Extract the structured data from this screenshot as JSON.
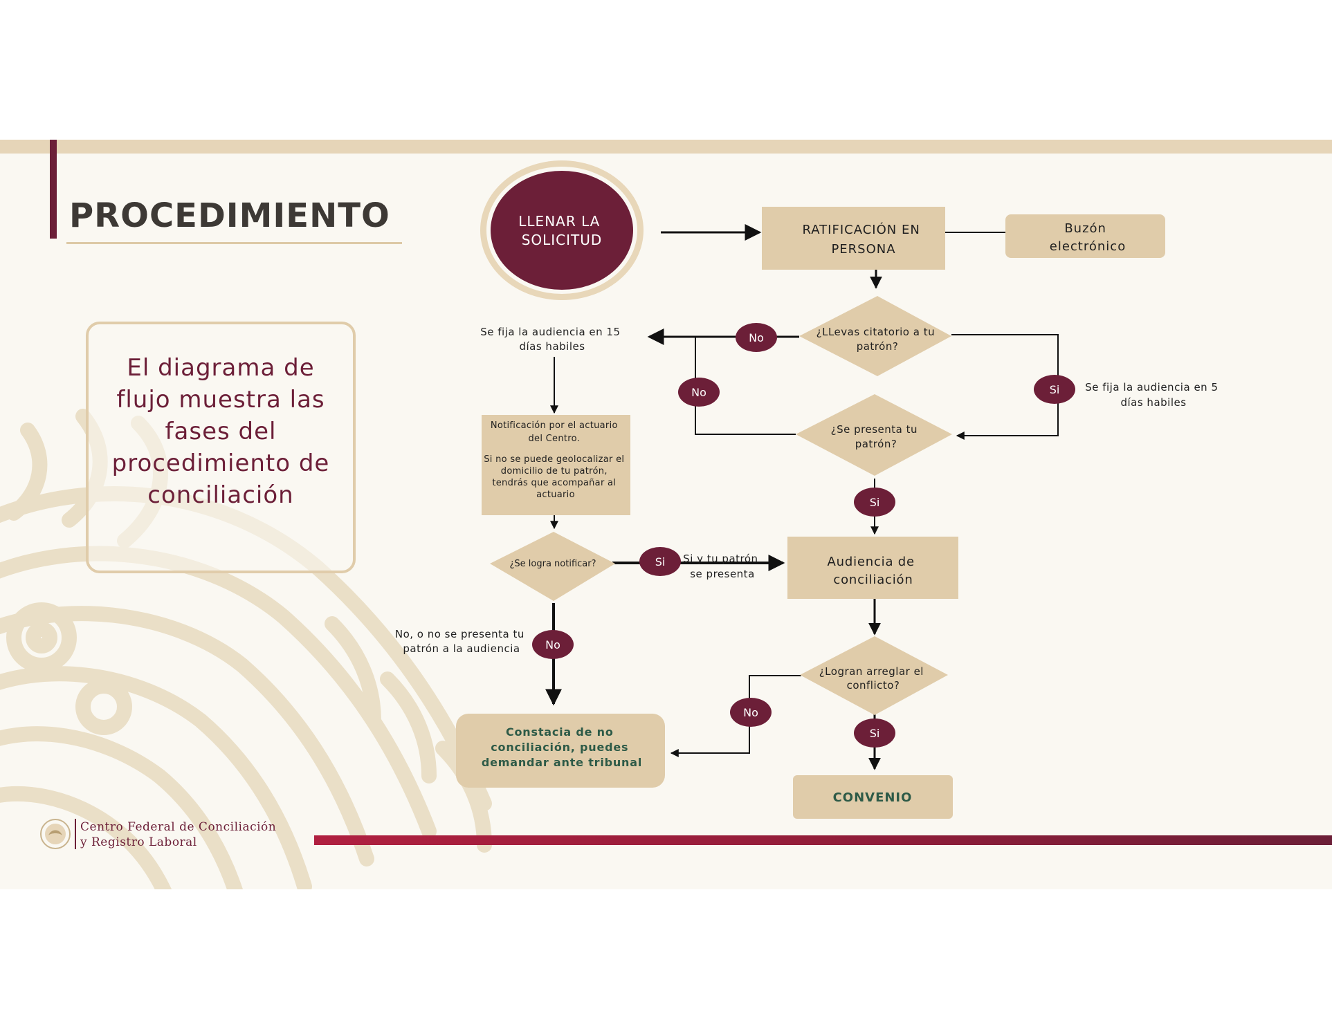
{
  "title": "PROCEDIMIENTO",
  "intro_text": "El diagrama de flujo muestra las fases del procedimiento de conciliación",
  "logo": {
    "line1": "Centro Federal de Conciliación",
    "line2": "y Registro  Laboral"
  },
  "nodes": {
    "start": [
      "LLENAR LA",
      "SOLICITUD"
    ],
    "ratificacion": [
      "RATIFICACIÓN EN",
      "PERSONA"
    ],
    "buzon": [
      "Buzón",
      "electrónico"
    ],
    "citatorio": [
      "¿LLevas citatorio a tu",
      "patrón?"
    ],
    "se_presenta": [
      "¿Se presenta tu",
      "patrón?"
    ],
    "audiencia_15": [
      "Se fija la audiencia en 15",
      "días habiles"
    ],
    "audiencia_5": [
      "Se fija la audiencia en 5",
      "días habiles"
    ],
    "notificacion": [
      "Notificación por el actuario",
      "del Centro.",
      "",
      "Si no se puede geolocalizar el",
      "domicilio de tu patrón,",
      "tendrás que acompañar al",
      "actuario"
    ],
    "logra_notificar": "¿Se logra notificar?",
    "si_patron_presenta": [
      "Si y tu patrón",
      "se presenta"
    ],
    "audiencia_conciliacion": [
      "Audiencia de",
      "conciliación"
    ],
    "no_presenta": [
      "No, o no se presenta tu",
      "patrón a la audiencia"
    ],
    "logran_arreglar": [
      "¿Logran arreglar el",
      "conflicto?"
    ],
    "constancia": [
      "Constacia de no",
      "conciliación, puedes",
      "demandar ante tribunal"
    ],
    "convenio": "CONVENIO"
  },
  "badges": {
    "no": "No",
    "si": "Si"
  },
  "colors": {
    "maroon": "#6c1f38",
    "beige": "#e0ccaa",
    "green_text": "#2d5a47",
    "bar_red": "#b02040"
  }
}
